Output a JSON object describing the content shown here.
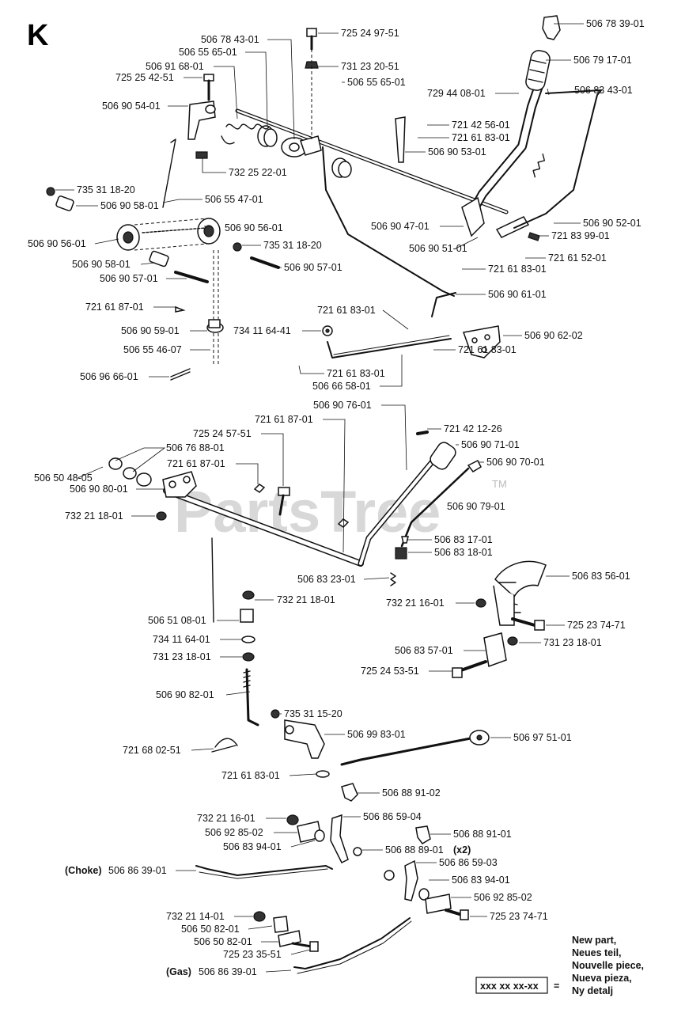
{
  "section_letter": "K",
  "watermark": "PartsTree",
  "trademark": "TM",
  "labels": [
    {
      "id": "l01",
      "text": "506 78 39-01"
    },
    {
      "id": "l02",
      "text": "725 24 97-51"
    },
    {
      "id": "l03",
      "text": "506 78 43-01"
    },
    {
      "id": "l04",
      "text": "506 55 65-01"
    },
    {
      "id": "l05",
      "text": "731 23 20-51"
    },
    {
      "id": "l06",
      "text": "506 79 17-01"
    },
    {
      "id": "l07",
      "text": "506 91 68-01"
    },
    {
      "id": "l08",
      "text": "506 55 65-01"
    },
    {
      "id": "l09",
      "text": "725 25 42-51"
    },
    {
      "id": "l10",
      "text": "729 44 08-01"
    },
    {
      "id": "l11",
      "text": "506 83 43-01"
    },
    {
      "id": "l12",
      "text": "506 90 54-01"
    },
    {
      "id": "l13",
      "text": "721 42 56-01"
    },
    {
      "id": "l14",
      "text": "721 61 83-01"
    },
    {
      "id": "l15",
      "text": "506 90 53-01"
    },
    {
      "id": "l16",
      "text": "732 25 22-01"
    },
    {
      "id": "l17",
      "text": "735 31 18-20"
    },
    {
      "id": "l18",
      "text": "506 90 58-01"
    },
    {
      "id": "l19",
      "text": "506 55 47-01"
    },
    {
      "id": "l20",
      "text": "506 90 52-01"
    },
    {
      "id": "l21",
      "text": "506 90 47-01"
    },
    {
      "id": "l22",
      "text": "506 90 56-01"
    },
    {
      "id": "l23",
      "text": "721 83 99-01"
    },
    {
      "id": "l24",
      "text": "506 90 56-01"
    },
    {
      "id": "l25",
      "text": "735 31 18-20"
    },
    {
      "id": "l26",
      "text": "506 90 51-01"
    },
    {
      "id": "l27",
      "text": "721 61 52-01"
    },
    {
      "id": "l28",
      "text": "506 90 58-01"
    },
    {
      "id": "l29",
      "text": "506 90 57-01"
    },
    {
      "id": "l30",
      "text": "721 61 83-01"
    },
    {
      "id": "l31",
      "text": "506 90 57-01"
    },
    {
      "id": "l32",
      "text": "506 90 61-01"
    },
    {
      "id": "l33",
      "text": "721 61 87-01"
    },
    {
      "id": "l34",
      "text": "721 61 83-01"
    },
    {
      "id": "l35",
      "text": "506 90 59-01"
    },
    {
      "id": "l36",
      "text": "734 11 64-41"
    },
    {
      "id": "l37",
      "text": "506 90 62-02"
    },
    {
      "id": "l38",
      "text": "506 55 46-07"
    },
    {
      "id": "l39",
      "text": "721 61 83-01"
    },
    {
      "id": "l40",
      "text": "721 61 83-01"
    },
    {
      "id": "l41",
      "text": "506 96 66-01"
    },
    {
      "id": "l42",
      "text": "506 66 58-01"
    },
    {
      "id": "l43",
      "text": "506 90 76-01"
    },
    {
      "id": "l44",
      "text": "721 61 87-01"
    },
    {
      "id": "l45",
      "text": "721 42 12-26"
    },
    {
      "id": "l46",
      "text": "725 24 57-51"
    },
    {
      "id": "l47",
      "text": "506 90 71-01"
    },
    {
      "id": "l48",
      "text": "506 76 88-01"
    },
    {
      "id": "l49",
      "text": "721 61 87-01"
    },
    {
      "id": "l50",
      "text": "506 90 70-01"
    },
    {
      "id": "l51",
      "text": "506 50 48-05"
    },
    {
      "id": "l52",
      "text": "506 90 80-01"
    },
    {
      "id": "l53",
      "text": "506 90 79-01"
    },
    {
      "id": "l54",
      "text": "732 21 18-01"
    },
    {
      "id": "l55",
      "text": "506 83 17-01"
    },
    {
      "id": "l56",
      "text": "506 83 18-01"
    },
    {
      "id": "l57",
      "text": "506 83 23-01"
    },
    {
      "id": "l58",
      "text": "506 83 56-01"
    },
    {
      "id": "l59",
      "text": "732 21 18-01"
    },
    {
      "id": "l60",
      "text": "732 21 16-01"
    },
    {
      "id": "l61",
      "text": "506 51 08-01"
    },
    {
      "id": "l62",
      "text": "725 23 74-71"
    },
    {
      "id": "l63",
      "text": "734 11 64-01"
    },
    {
      "id": "l64",
      "text": "731 23 18-01"
    },
    {
      "id": "l65",
      "text": "731 23 18-01"
    },
    {
      "id": "l66",
      "text": "506 83 57-01"
    },
    {
      "id": "l67",
      "text": "725 24 53-51"
    },
    {
      "id": "l68",
      "text": "506 90 82-01"
    },
    {
      "id": "l69",
      "text": "735 31 15-20"
    },
    {
      "id": "l70",
      "text": "506 99 83-01"
    },
    {
      "id": "l71",
      "text": "506 97 51-01"
    },
    {
      "id": "l72",
      "text": "721 68 02-51"
    },
    {
      "id": "l73",
      "text": "721 61 83-01"
    },
    {
      "id": "l74",
      "text": "506 88 91-02"
    },
    {
      "id": "l75",
      "text": "732 21 16-01"
    },
    {
      "id": "l76",
      "text": "506 86 59-04"
    },
    {
      "id": "l77",
      "text": "506 92 85-02"
    },
    {
      "id": "l78",
      "text": "506 88 91-01"
    },
    {
      "id": "l79",
      "text": "506 83 94-01"
    },
    {
      "id": "l80",
      "text": "506 88 89-01"
    },
    {
      "id": "l81",
      "text": "(x2)"
    },
    {
      "id": "l82",
      "text": "506 86 59-03"
    },
    {
      "id": "l83",
      "text": "(Choke)"
    },
    {
      "id": "l84",
      "text": "506 86 39-01"
    },
    {
      "id": "l85",
      "text": "506 83 94-01"
    },
    {
      "id": "l86",
      "text": "506 92 85-02"
    },
    {
      "id": "l87",
      "text": "732 21 14-01"
    },
    {
      "id": "l88",
      "text": "725 23 74-71"
    },
    {
      "id": "l89",
      "text": "506 50 82-01"
    },
    {
      "id": "l90",
      "text": "506 50 82-01"
    },
    {
      "id": "l91",
      "text": "725 23 35-51"
    },
    {
      "id": "l92",
      "text": "(Gas)"
    },
    {
      "id": "l93",
      "text": "506 86 39-01"
    }
  ],
  "legend": {
    "lines": [
      "New part,",
      "Neues teil,",
      "Nouvelle piece,",
      "Nueva pieza,",
      "Ny detalj"
    ],
    "box_text": "xxx xx xx-xx",
    "equals": "="
  }
}
